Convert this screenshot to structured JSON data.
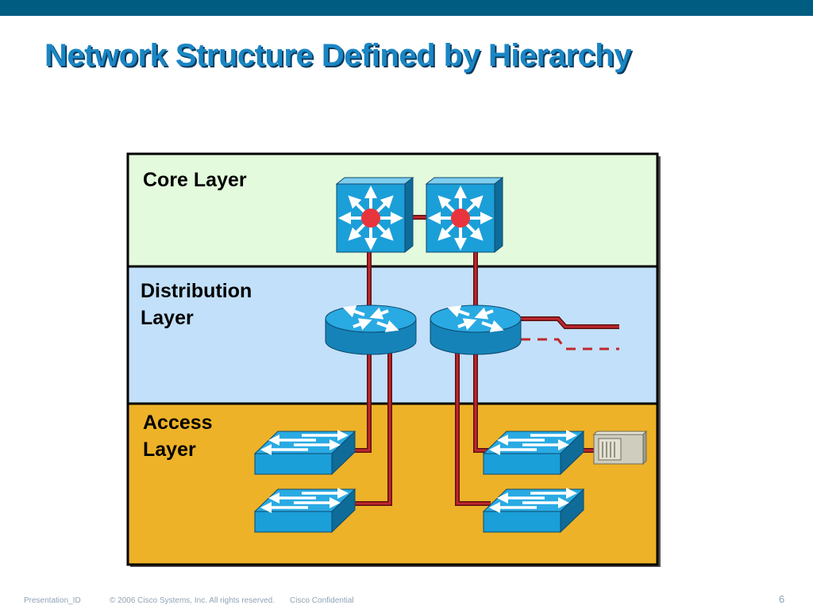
{
  "slide": {
    "title": "Network Structure Defined by Hierarchy",
    "page_number": "6"
  },
  "layers": {
    "core": {
      "label": "Core Layer",
      "color": "#e4fadc"
    },
    "distribution": {
      "line1": "Distribution",
      "line2": "Layer",
      "color": "#c2e0fa"
    },
    "access": {
      "line1": "Access",
      "line2": "Layer",
      "color": "#edb228"
    }
  },
  "footer": {
    "presentation_id": "Presentation_ID",
    "copyright": "© 2006 Cisco Systems, Inc. All rights reserved.",
    "confidential": "Cisco Confidential"
  },
  "colors": {
    "header_bar": "#015c82",
    "title": "#1a86c4",
    "device_blue": "#1b9fd8",
    "link_red": "#c0282d",
    "core_dot": "#e8343c"
  },
  "icons": [
    "multilayer-switch-icon",
    "router-icon",
    "workgroup-switch-icon",
    "server-icon"
  ]
}
